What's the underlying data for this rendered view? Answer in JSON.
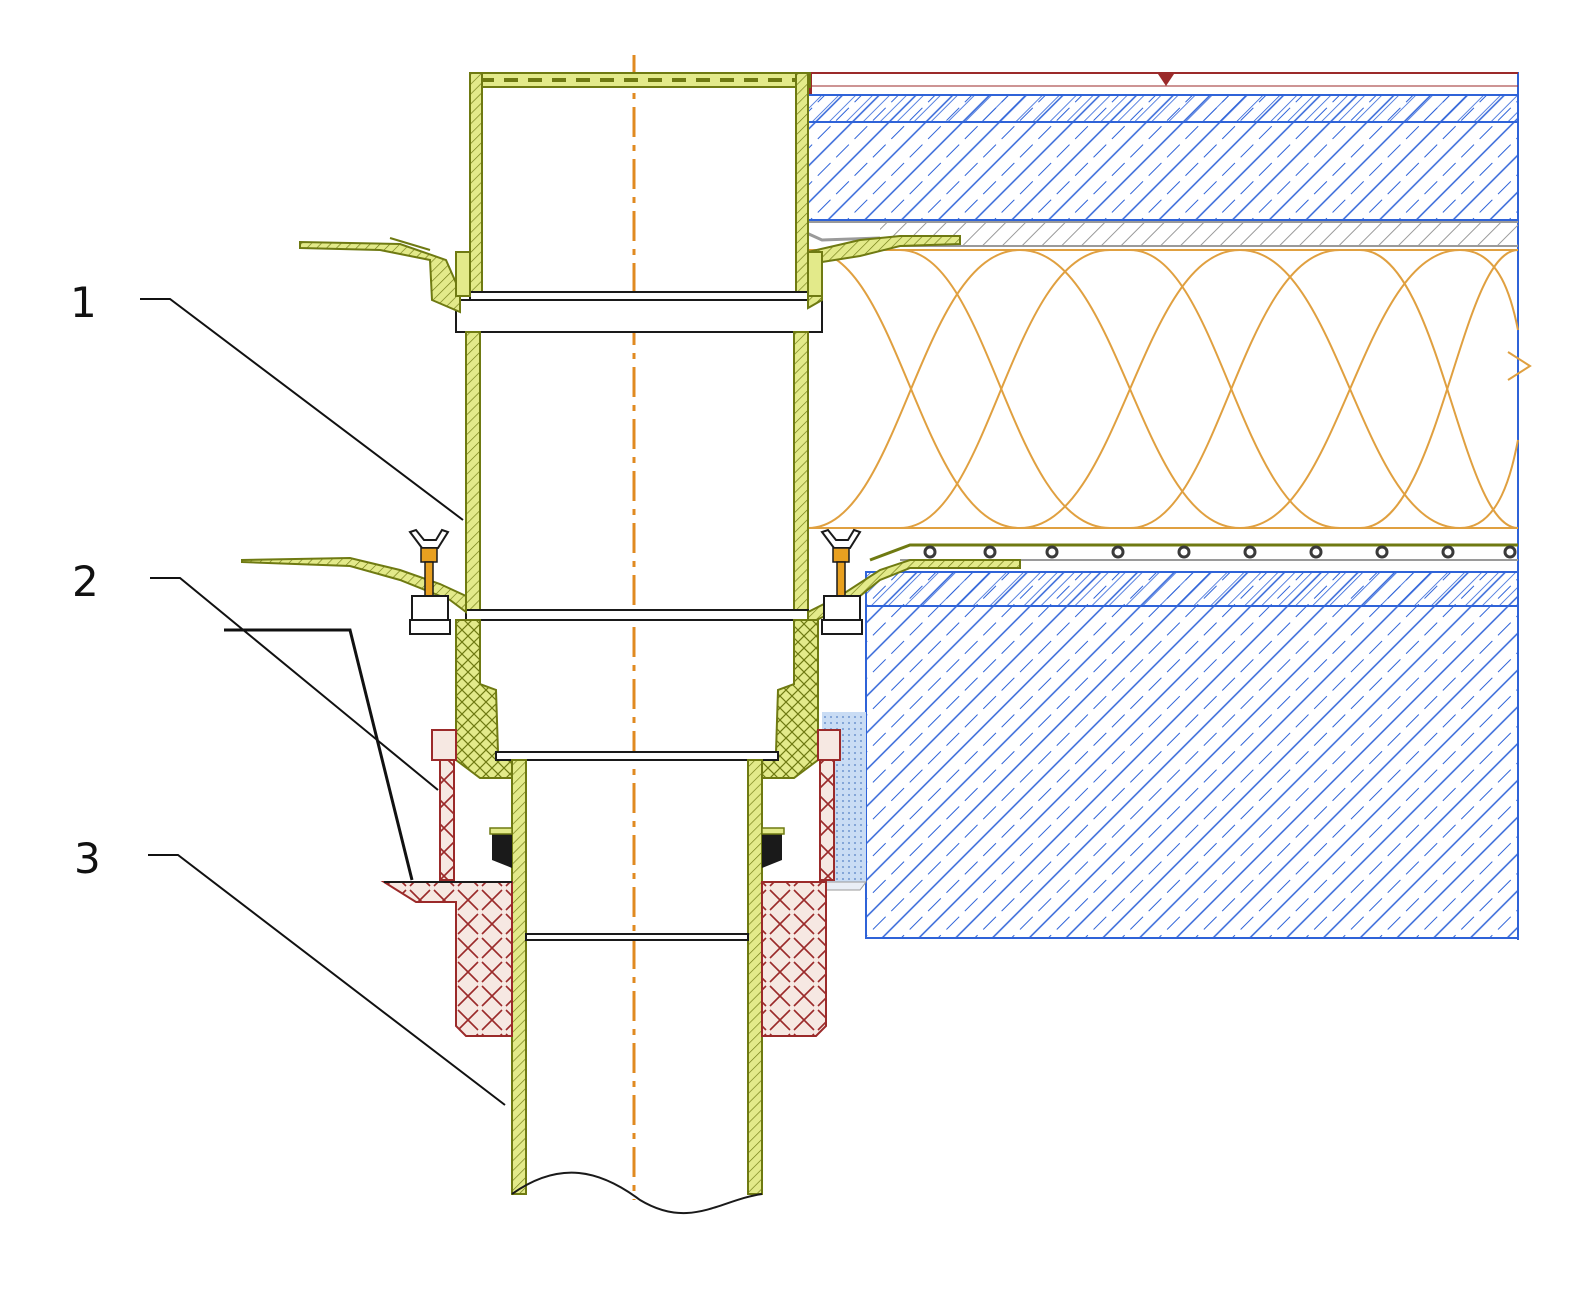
{
  "callouts": [
    {
      "number": "1"
    },
    {
      "number": "2"
    },
    {
      "number": "3"
    }
  ],
  "colors": {
    "background": "#ffffff",
    "concrete_hatch": "#2f63d8",
    "insulation": "#e0a040",
    "drain_body": "#6f7a12",
    "drain_fill": "#e3ea8a",
    "flange_red": "#9b2a2a",
    "centerline": "#e08a20",
    "bolt": "#e8a020",
    "waterproofing": "#9a9a9a",
    "seal_blue": "#a8c7ee",
    "leader": "#111111"
  }
}
